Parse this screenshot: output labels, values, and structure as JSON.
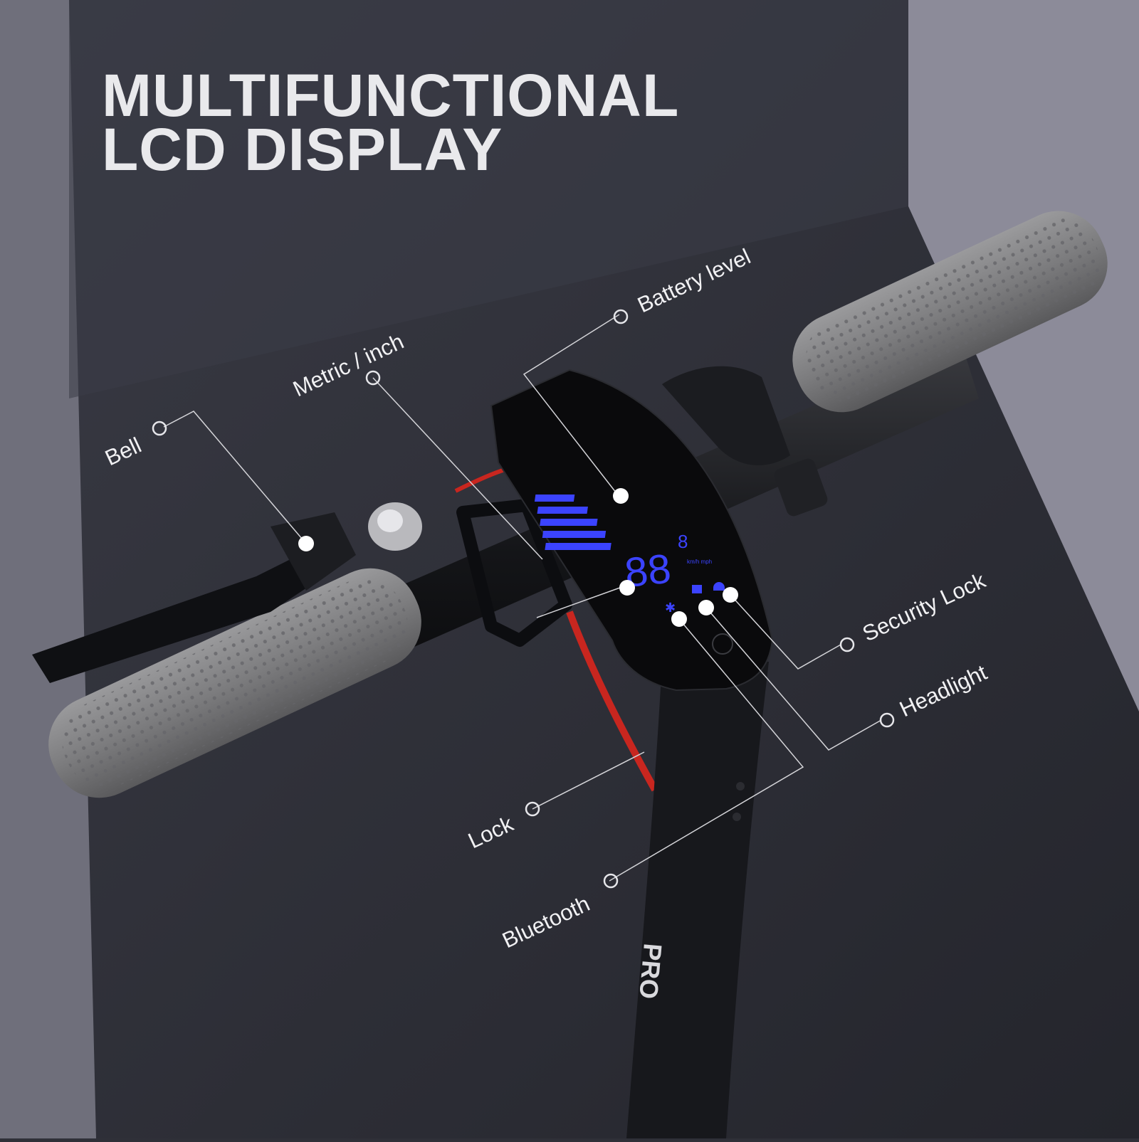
{
  "title": {
    "line1": "MULTIFUNCTIONAL",
    "line2": "LCD DISPLAY"
  },
  "callouts": {
    "battery_level": "Battery level",
    "metric_inch": "Metric / inch",
    "bell": "Bell",
    "security_lock": "Security Lock",
    "headlight": "Headlight",
    "lock": "Lock",
    "bluetooth": "Bluetooth"
  },
  "display": {
    "speed_digits": "88",
    "gear_digit": "8",
    "units": "km/h mph"
  },
  "branding": {
    "stem_text": "PRO"
  },
  "colors": {
    "background": "#2f3038",
    "wall": "#8c8b99",
    "lcd_blue": "#3b43ff",
    "grip_gray": "#7e7e80",
    "frame_black": "#15161a",
    "cable_red": "#c8261f",
    "callout_text": "#f1f1f3"
  }
}
